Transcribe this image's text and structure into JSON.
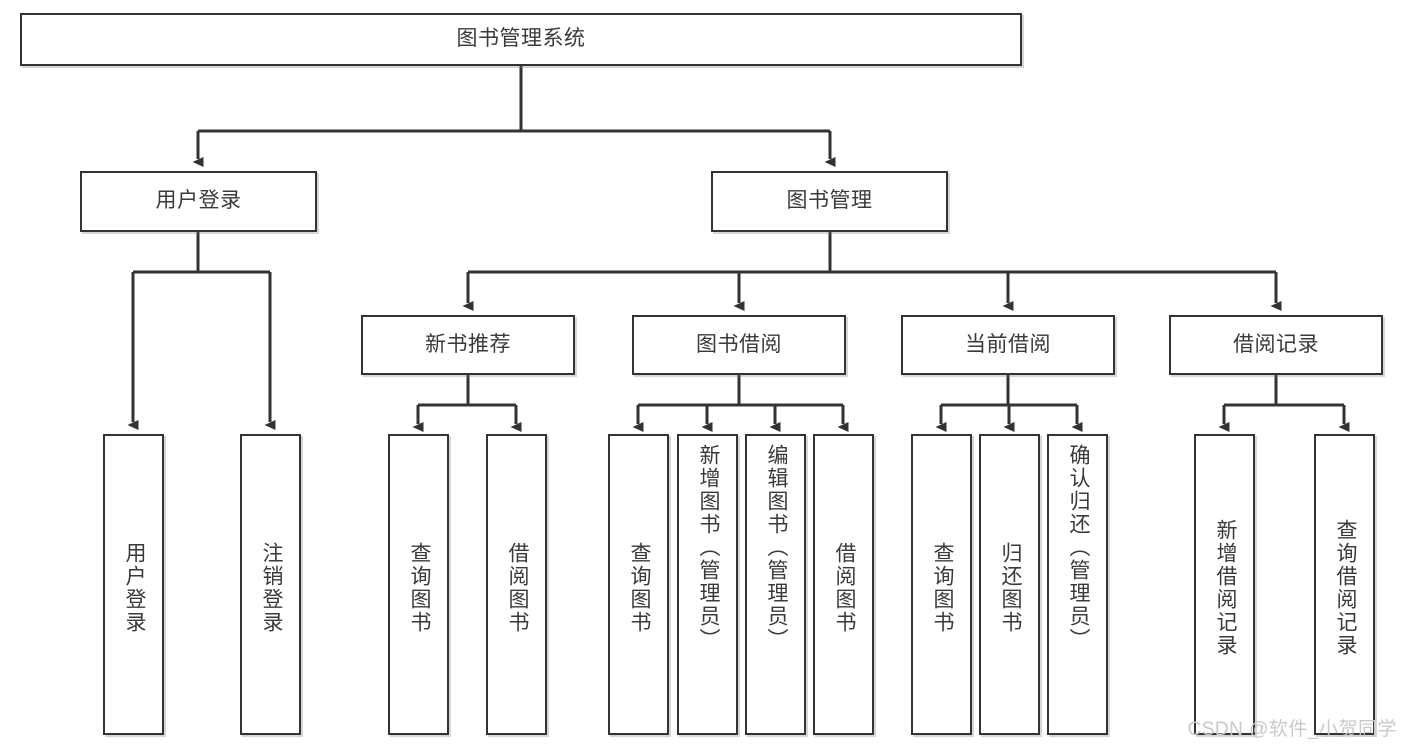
{
  "diagram": {
    "type": "tree-hierarchy",
    "title": "图书管理系统",
    "orientation": "top-down",
    "edge_style": "orthogonal-with-arrowheads",
    "colors": {
      "box_border": "#333333",
      "box_fill": "#ffffff",
      "text": "#3a3a3a",
      "line": "#333333",
      "watermark": "#c9c9c9",
      "background": "#ffffff"
    },
    "nodes": {
      "root": {
        "label": "图书管理系统",
        "level": 1
      },
      "user_login": {
        "label": "用户登录",
        "level": 2
      },
      "book_manage": {
        "label": "图书管理",
        "level": 2
      },
      "new_book_rec": {
        "label": "新书推荐",
        "level": 3
      },
      "book_borrow": {
        "label": "图书借阅",
        "level": 3
      },
      "current_borrow": {
        "label": "当前借阅",
        "level": 3
      },
      "borrow_record": {
        "label": "借阅记录",
        "level": 3
      },
      "leaf_user_login": {
        "label": "用户登录",
        "level": 4
      },
      "leaf_logout": {
        "label": "注销登录",
        "level": 4
      },
      "leaf_query_book_a": {
        "label": "查询图书",
        "level": 4
      },
      "leaf_borrow_book_a": {
        "label": "借阅图书",
        "level": 4
      },
      "leaf_query_book_b": {
        "label": "查询图书",
        "level": 4
      },
      "leaf_add_book": {
        "label": "新增图书（管理员）",
        "level": 4
      },
      "leaf_edit_book": {
        "label": "编辑图书（管理员）",
        "level": 4
      },
      "leaf_borrow_book_b": {
        "label": "借阅图书",
        "level": 4
      },
      "leaf_query_book_c": {
        "label": "查询图书",
        "level": 4
      },
      "leaf_return_book": {
        "label": "归还图书",
        "level": 4
      },
      "leaf_confirm_return": {
        "label": "确认归还（管理员）",
        "level": 4
      },
      "leaf_add_record": {
        "label": "新增借阅记录",
        "level": 4
      },
      "leaf_query_record": {
        "label": "查询借阅记录",
        "level": 4
      }
    },
    "edges": [
      {
        "from": "root",
        "to": "user_login"
      },
      {
        "from": "root",
        "to": "book_manage"
      },
      {
        "from": "user_login",
        "to": "leaf_user_login"
      },
      {
        "from": "user_login",
        "to": "leaf_logout"
      },
      {
        "from": "book_manage",
        "to": "new_book_rec"
      },
      {
        "from": "book_manage",
        "to": "book_borrow"
      },
      {
        "from": "book_manage",
        "to": "current_borrow"
      },
      {
        "from": "book_manage",
        "to": "borrow_record"
      },
      {
        "from": "new_book_rec",
        "to": "leaf_query_book_a"
      },
      {
        "from": "new_book_rec",
        "to": "leaf_borrow_book_a"
      },
      {
        "from": "book_borrow",
        "to": "leaf_query_book_b"
      },
      {
        "from": "book_borrow",
        "to": "leaf_add_book"
      },
      {
        "from": "book_borrow",
        "to": "leaf_edit_book"
      },
      {
        "from": "book_borrow",
        "to": "leaf_borrow_book_b"
      },
      {
        "from": "current_borrow",
        "to": "leaf_query_book_c"
      },
      {
        "from": "current_borrow",
        "to": "leaf_return_book"
      },
      {
        "from": "current_borrow",
        "to": "leaf_confirm_return"
      },
      {
        "from": "borrow_record",
        "to": "leaf_add_record"
      },
      {
        "from": "borrow_record",
        "to": "leaf_query_record"
      }
    ]
  },
  "watermark": {
    "text": "CSDN @软件_小贺同学"
  }
}
